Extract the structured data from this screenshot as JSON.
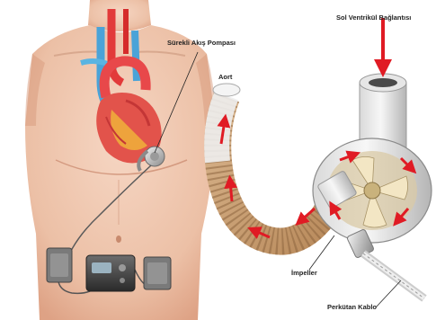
{
  "labels": {
    "pump": "Sürekli Akış Pompası",
    "lv_connection": "Sol Ventrikül Bağlantısı",
    "aorta": "Aort",
    "impeller": "İmpeller",
    "cable": "Perkütan Kablo"
  }
}
